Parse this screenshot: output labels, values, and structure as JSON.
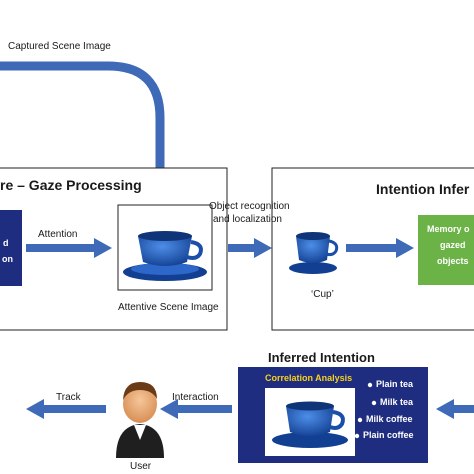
{
  "labels": {
    "captured_scene": "Captured Scene Image",
    "gaze_box_title": "re – Gaze Processing",
    "left_box_line1": "d",
    "left_box_line2": "on",
    "attention": "Attention",
    "object_recognition_line1": "Object recognition",
    "object_recognition_line2": "and localization",
    "attentive_scene": "Attentive Scene Image",
    "intention_box_title": "Intention Infer",
    "cup_label": "‘Cup’",
    "memory_line1": "Memory o",
    "memory_line2": "gazed",
    "memory_line3": "objects",
    "inferred_intention": "Inferred Intention",
    "correlation_analysis": "Correlation Analysis",
    "options": [
      "Plain tea",
      "Milk tea",
      "Milk coffee",
      "Plain coffee"
    ],
    "track": "Track",
    "interaction": "Interaction",
    "user": "User"
  },
  "colors": {
    "arrow": "#3f6ab8",
    "navy": "#1f2d80",
    "green": "#6cb347",
    "title_yellow": "#f5d21c",
    "cup_blue": "#1f5fbf"
  },
  "icons": [
    "cup-photo",
    "user-icon",
    "bullet-dot"
  ]
}
